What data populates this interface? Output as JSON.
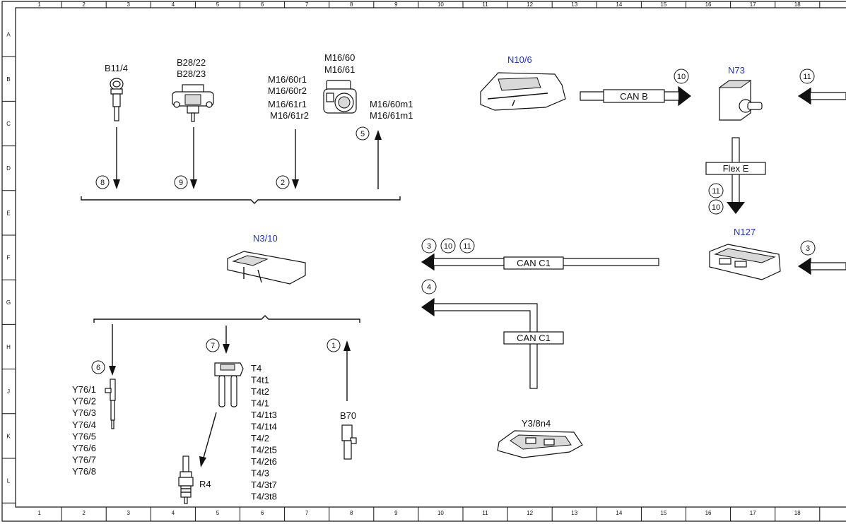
{
  "ruler_columns": [
    "1",
    "2",
    "3",
    "4",
    "5",
    "6",
    "7",
    "8",
    "9",
    "10",
    "11",
    "12",
    "13",
    "14",
    "15",
    "16",
    "17",
    "18"
  ],
  "ruler_rows": [
    "A",
    "B",
    "C",
    "D",
    "E",
    "F",
    "G",
    "H",
    "J",
    "K",
    "L"
  ],
  "components": {
    "b11_4": "B11/4",
    "b28_22": "B28/22",
    "b28_23": "B28/23",
    "m16_60": "M16/60",
    "m16_61": "M16/61",
    "m16_60r1": "M16/60r1",
    "m16_60r2": "M16/60r2",
    "m16_61r1": "M16/61r1",
    "m16_61r2": "M16/61r2",
    "m16_60m1": "M16/60m1",
    "m16_61m1": "M16/61m1",
    "n10_6": "N10/6",
    "n73": "N73",
    "n127": "N127",
    "n3_10": "N3/10",
    "b70": "B70",
    "r4": "R4",
    "y3_8n4": "Y3/8n4",
    "y76": [
      "Y76/1",
      "Y76/2",
      "Y76/3",
      "Y76/4",
      "Y76/5",
      "Y76/6",
      "Y76/7",
      "Y76/8"
    ],
    "t4": [
      "T4",
      "T4t1",
      "T4t2",
      "T4/1",
      "T4/1t3",
      "T4/1t4",
      "T4/2",
      "T4/2t5",
      "T4/2t6",
      "T4/3",
      "T4/3t7",
      "T4/3t8"
    ]
  },
  "buses": {
    "can_b": "CAN B",
    "flex_e": "Flex E",
    "can_c1_upper": "CAN C1",
    "can_c1_lower": "CAN C1"
  },
  "callouts": {
    "b11_4": "8",
    "b28": "9",
    "m16_r": "2",
    "m16_m": "5",
    "can_b": "10",
    "n73_right": "11",
    "flex_top": "11",
    "flex_bottom": "10",
    "can_c1_a": "3",
    "can_c1_b": "10",
    "can_c1_c": "11",
    "n127_right": "3",
    "can_c1_lower": "4",
    "y76": "6",
    "t4": "7",
    "b70": "1"
  },
  "colors": {
    "line": "#111111",
    "blue_label": "#1f2fd0"
  }
}
